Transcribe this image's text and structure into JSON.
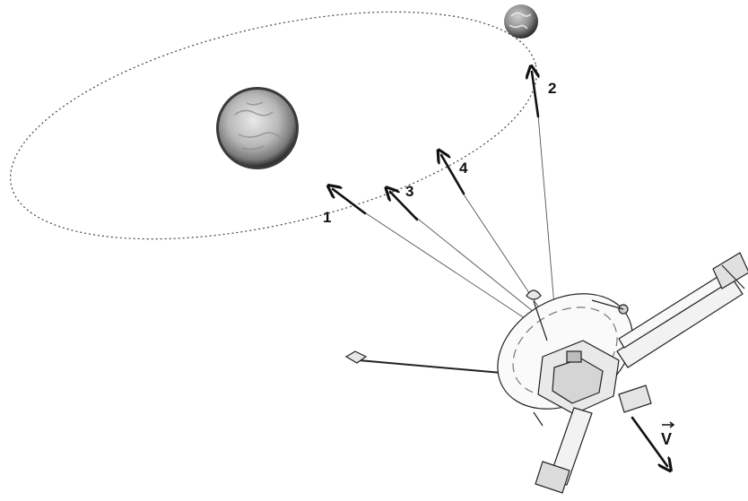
{
  "labels": {
    "ray_1": "1",
    "ray_2": "2",
    "ray_3": "3",
    "ray_4": "4",
    "velocity": "V"
  },
  "objects": {
    "sun": "sun",
    "earth": "earth",
    "orbit": "earth-orbit",
    "spacecraft": "spacecraft"
  },
  "colors": {
    "background": "#ffffff",
    "line": "#555555",
    "arrow": "#111111",
    "sun_dark": "#4a4a4a",
    "sun_light": "#d8d8d8",
    "earth_dark": "#3a3a3a",
    "earth_light": "#bdbdbd"
  }
}
